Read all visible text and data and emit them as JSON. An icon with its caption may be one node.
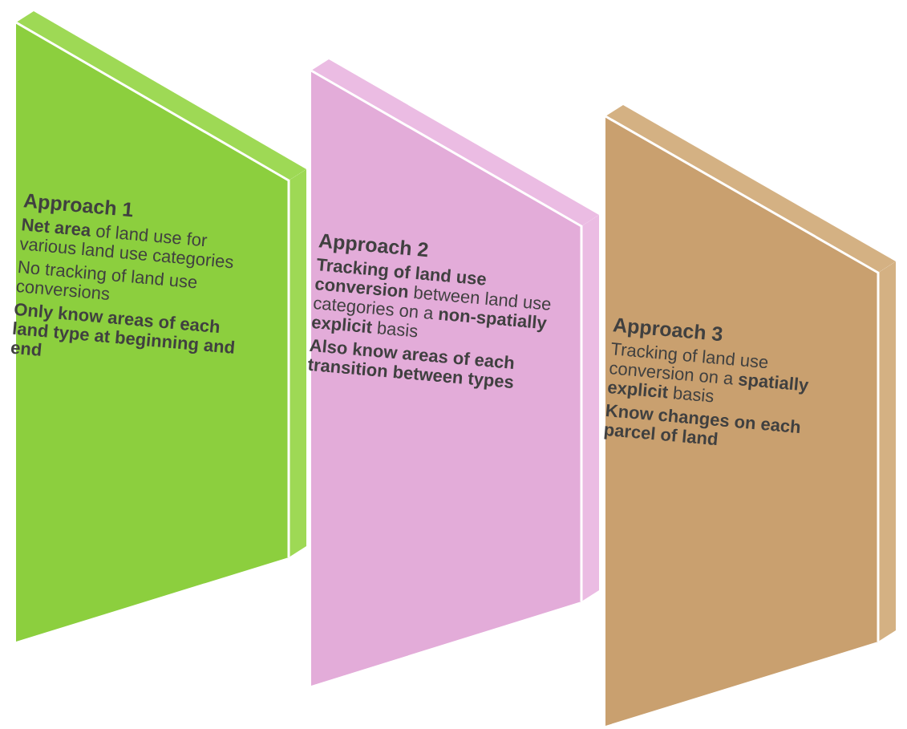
{
  "diagram": {
    "nodes": [
      {
        "text": [
          "Approach 1",
          "**Net area** of land use for various land use categories",
          "No tracking of land use conversions",
          "Only know areas of each land type at beginning and end"
        ]
      },
      {
        "text": [
          "Approach 2",
          "**Tracking of land use conversion** between land use categories on a **non-spatially explicit** basis",
          "Also know areas of each transition between types"
        ]
      },
      {
        "text": [
          "Approach 3",
          "Tracking of land use conversion on a **spatially explicit** basis",
          "Know changes on each parcel of land"
        ]
      }
    ]
  }
}
